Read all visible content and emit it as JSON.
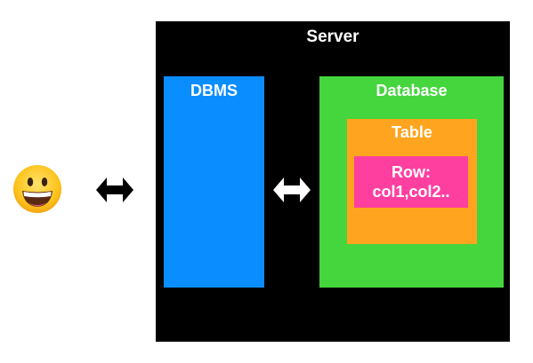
{
  "diagram": {
    "user_icon": "grinning-face-icon",
    "server": {
      "label": "Server",
      "color": "#000000"
    },
    "dbms": {
      "label": "DBMS",
      "color": "#0a8dff"
    },
    "database": {
      "label": "Database",
      "color": "#44d63c",
      "table": {
        "label": "Table",
        "color": "#ffa41f",
        "row": {
          "line1": "Row:",
          "line2": "col1,col2..",
          "color": "#ff3fa0"
        }
      }
    },
    "connectors": [
      {
        "icon": "double-arrow-icon",
        "between": [
          "user",
          "server"
        ]
      },
      {
        "icon": "double-arrow-icon",
        "between": [
          "dbms",
          "database"
        ]
      }
    ]
  }
}
